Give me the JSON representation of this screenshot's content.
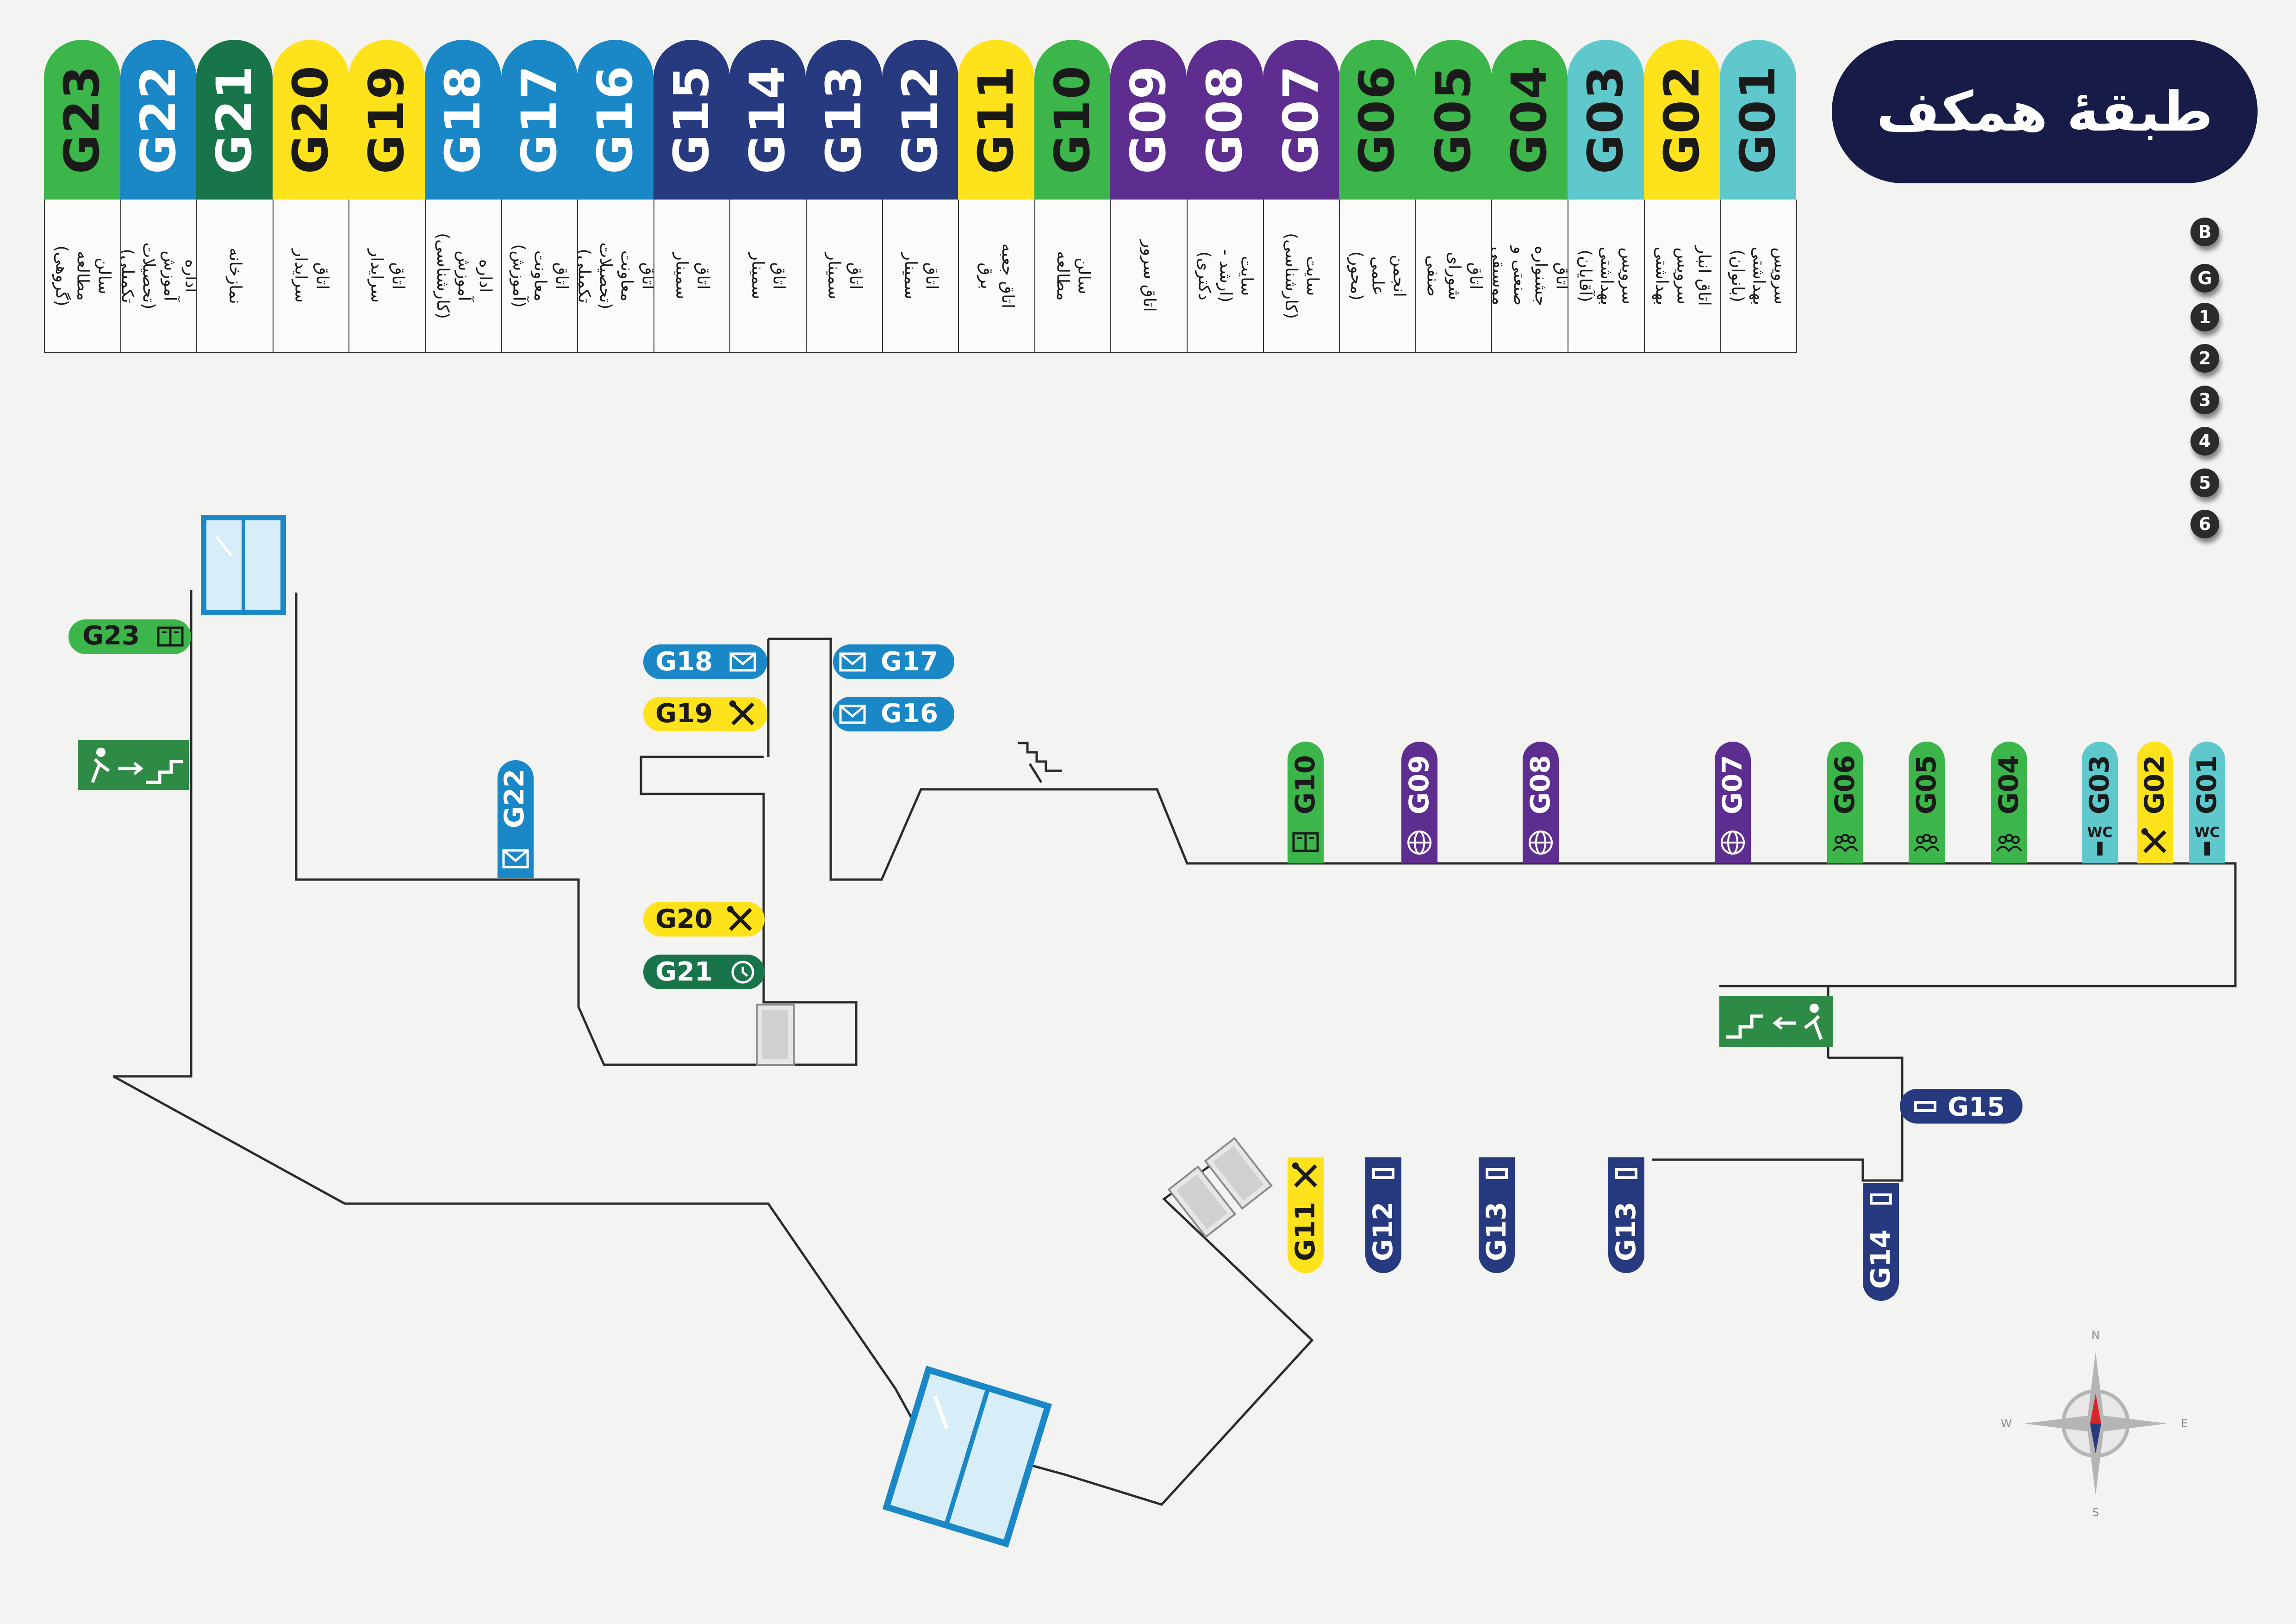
{
  "title": "طبقهٔ همکف",
  "floors": [
    "B",
    "G",
    "1",
    "2",
    "3",
    "4",
    "5",
    "6"
  ],
  "colors": {
    "green": "#3cb54a",
    "teal_blue": "#1a87c6",
    "dark_green": "#187449",
    "yellow": "#fee21b",
    "navy": "#273a80",
    "purple": "#5d2e8f",
    "cyan": "#5ec8cd"
  },
  "legend": [
    {
      "code": "G23",
      "desc": "سالن مطالعه\n(گروهی)",
      "color": "#3cb54a",
      "text": "#1a1a1a"
    },
    {
      "code": "G22",
      "desc": "اداره آموزش\n(تحصیلات تکمیلی)",
      "color": "#1a87c6",
      "text": "#ffffff"
    },
    {
      "code": "G21",
      "desc": "نمازخانه",
      "color": "#187449",
      "text": "#ffffff"
    },
    {
      "code": "G20",
      "desc": "اتاق سرایدار",
      "color": "#fee21b",
      "text": "#1a1a1a"
    },
    {
      "code": "G19",
      "desc": "اتاق سرایدار",
      "color": "#fee21b",
      "text": "#1a1a1a"
    },
    {
      "code": "G18",
      "desc": "اداره آموزش\n(کارشناسی)",
      "color": "#1a87c6",
      "text": "#ffffff"
    },
    {
      "code": "G17",
      "desc": "اتاق معاونت\n(آموزش)",
      "color": "#1a87c6",
      "text": "#ffffff"
    },
    {
      "code": "G16",
      "desc": "اتاق معاونت\n(تحصیلات تکمیلی)",
      "color": "#1a87c6",
      "text": "#ffffff"
    },
    {
      "code": "G15",
      "desc": "اتاق سمینار",
      "color": "#273a80",
      "text": "#ffffff"
    },
    {
      "code": "G14",
      "desc": "اتاق سمینار",
      "color": "#273a80",
      "text": "#ffffff"
    },
    {
      "code": "G13",
      "desc": "اتاق سمینار",
      "color": "#273a80",
      "text": "#ffffff"
    },
    {
      "code": "G12",
      "desc": "اتاق سمینار",
      "color": "#273a80",
      "text": "#ffffff"
    },
    {
      "code": "G11",
      "desc": "اتاق جعبه برق",
      "color": "#fee21b",
      "text": "#1a1a1a"
    },
    {
      "code": "G10",
      "desc": "سالن مطالعه",
      "color": "#3cb54a",
      "text": "#1a1a1a"
    },
    {
      "code": "G09",
      "desc": "اتاق سرور",
      "color": "#5d2e8f",
      "text": "#ffffff"
    },
    {
      "code": "G08",
      "desc": "سایت\n(ارشد - دکتری)",
      "color": "#5d2e8f",
      "text": "#ffffff"
    },
    {
      "code": "G07",
      "desc": "سایت\n(کارشناسی)",
      "color": "#5d2e8f",
      "text": "#ffffff"
    },
    {
      "code": "G06",
      "desc": "انجمن علمی\n(محور)",
      "color": "#3cb54a",
      "text": "#1a1a1a"
    },
    {
      "code": "G05",
      "desc": "اتاق شورای صنفی",
      "color": "#3cb54a",
      "text": "#1a1a1a"
    },
    {
      "code": "G04",
      "desc": "اتاق جشنواره\nصنعتی و موسیقی",
      "color": "#3cb54a",
      "text": "#1a1a1a"
    },
    {
      "code": "G03",
      "desc": "سرویس بهداشتی\n(آقایان)",
      "color": "#5ec8cd",
      "text": "#1a1a1a"
    },
    {
      "code": "G02",
      "desc": "اتاق انبار\nسرویس بهداشتی",
      "color": "#fee21b",
      "text": "#1a1a1a"
    },
    {
      "code": "G01",
      "desc": "سرویس بهداشتی\n(بانوان)",
      "color": "#5ec8cd",
      "text": "#1a1a1a"
    }
  ],
  "map_labels": {
    "G23": "G23",
    "G18": "G18",
    "G19": "G19",
    "G17": "G17",
    "G16": "G16",
    "G22": "G22",
    "G20": "G20",
    "G21": "G21",
    "G15": "G15",
    "G10": "G10",
    "G09": "G09",
    "G08": "G08",
    "G07": "G07",
    "G06": "G06",
    "G05": "G05",
    "G04": "G04",
    "G03": "G03",
    "G02": "G02",
    "G01": "G01",
    "G11": "G11",
    "G12": "G12",
    "G13a": "G13",
    "G13b": "G13",
    "G14": "G14",
    "wc": "WC"
  },
  "compass": {
    "n": "N",
    "e": "E",
    "s": "S",
    "w": "W"
  },
  "icons": [
    "book-icon",
    "mail-icon",
    "tools-icon",
    "clock-icon",
    "globe-icon",
    "people-icon",
    "wc-icon",
    "screen-icon",
    "exit-sign-icon",
    "stairs-icon",
    "door-icon",
    "compass-icon"
  ]
}
